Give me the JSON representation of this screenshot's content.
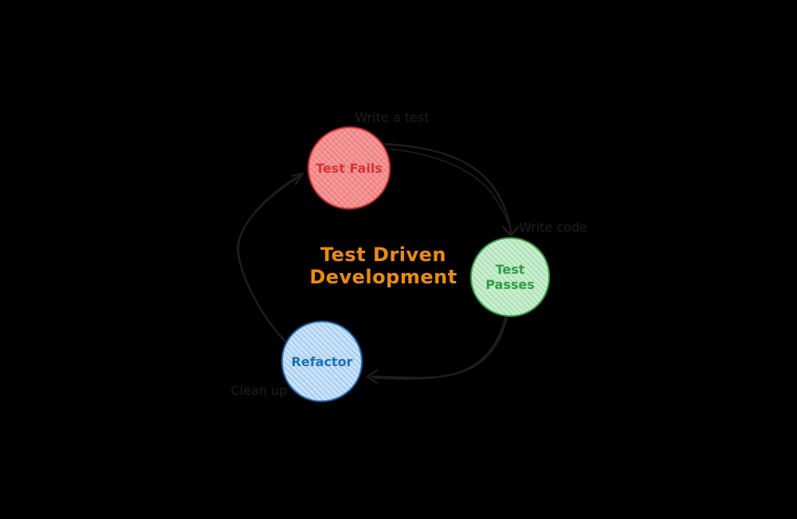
{
  "diagram": {
    "background_color": "#000000",
    "edge_color": "#1e1e1e",
    "title": {
      "line1": "Test Driven",
      "line2": "Development",
      "color": "#f08c00"
    },
    "nodes": {
      "test_fails": {
        "label": "Test Fails",
        "stroke": "#e03131",
        "fill": "#f9a8a8"
      },
      "test_passes": {
        "label_line1": "Test",
        "label_line2": "Passes",
        "stroke": "#2f9e44",
        "fill": "#c8eecd"
      },
      "refactor": {
        "label": "Refactor",
        "stroke": "#1971c2",
        "fill": "#c9e2f8"
      }
    },
    "edge_labels": {
      "top": "Write a test",
      "right": "Write code",
      "bottom_left": "Clean up"
    }
  }
}
